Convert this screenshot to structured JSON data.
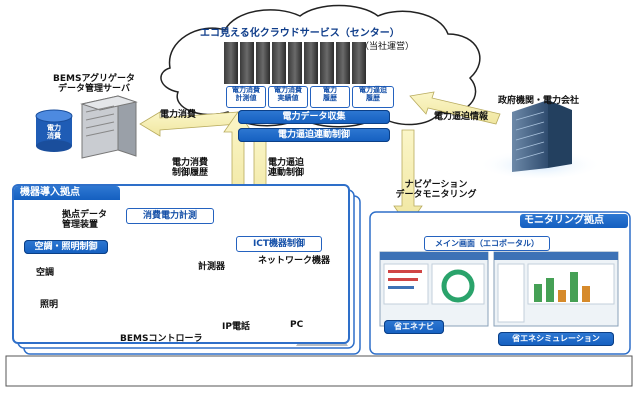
{
  "cloud": {
    "title": "エコ見える化クラウドサービス（センター）",
    "operator": "（当社運営）",
    "modules": [
      "電力消費\n計測値",
      "電力消費\n実績値",
      "電力\n履歴",
      "電力逼迫\n履歴"
    ],
    "collect_label": "電力データ収集",
    "control_label": "電力逼迫連動制御"
  },
  "aggregator": {
    "title": "BEMSアグリゲータ\nデータ管理サーバ",
    "drum_label": "電力\n消費"
  },
  "government": {
    "title": "政府機関・電力会社"
  },
  "arrows": {
    "power_consumption": "電力消費",
    "tight_info": "電力逼迫情報",
    "consumption_history": "電力消費\n制御履歴",
    "tight_control": "電力逼迫\n連動制御",
    "navigation": "ナビゲーション\nデータモニタリング"
  },
  "site": {
    "title": "機器導入拠点",
    "logger_label": "拠点データ\n管理装置",
    "hvac_control": "空調・照明制御",
    "ac_label": "空調",
    "light_label": "照明",
    "meter_section": "消費電力計測",
    "meter_label": "計測器",
    "bems_label": "BEMSコントローラ",
    "ict_section": "ICT機器制御",
    "network_label": "ネットワーク機器",
    "ipphone_label": "IP電話",
    "pc_label": "PC"
  },
  "monitoring": {
    "title": "モニタリング拠点",
    "main_screen": "メイン画面（エコポータル）",
    "eco_navi": "省エネナビ",
    "eco_sim": "省エネシミュレーション"
  }
}
